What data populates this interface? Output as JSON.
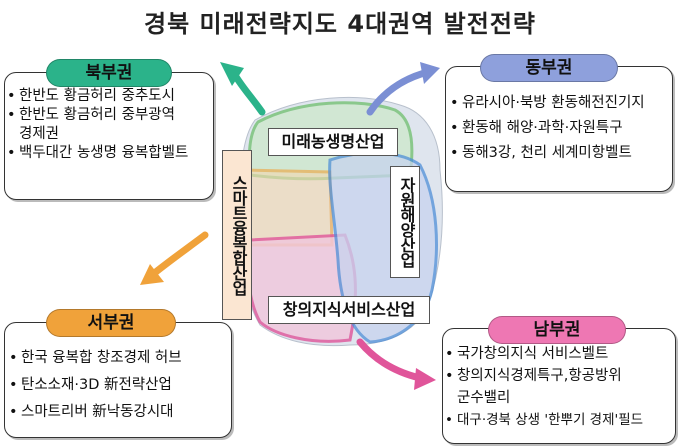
{
  "title": "경북 미래전략지도 4대권역 발전전략",
  "colors": {
    "north": "#2bb38a",
    "east": "#7b8fd4",
    "west": "#f0a23a",
    "south": "#e0559a"
  },
  "regions": {
    "north": {
      "name": "북부권",
      "items": [
        {
          "text": "한반도 황금허리 중추도시",
          "bullet": true
        },
        {
          "text": "한반도 황금허리 중부광역",
          "bullet": true
        },
        {
          "text": "경제권",
          "bullet": false
        },
        {
          "text": "백두대간 농생명 융복합벨트",
          "bullet": true
        }
      ]
    },
    "east": {
      "name": "동부권",
      "items": [
        {
          "text": "유라시아·북방 환동해전진기지",
          "bullet": true
        },
        {
          "text": "환동해 해양·과학·자원특구",
          "bullet": true
        },
        {
          "text": "동해3강, 천리 세계미항벨트",
          "bullet": true
        }
      ]
    },
    "west": {
      "name": "서부권",
      "items": [
        {
          "text": "한국 융복합 창조경제 허브",
          "bullet": true
        },
        {
          "text": "탄소소재·3D 新전략산업",
          "bullet": true
        },
        {
          "text": "스마트리버 新낙동강시대",
          "bullet": true
        }
      ]
    },
    "south": {
      "name": "남부권",
      "items": [
        {
          "text": "국가창의지식 서비스벨트",
          "bullet": true
        },
        {
          "text": "창의지식경제특구,항공방위",
          "bullet": true
        },
        {
          "text": "군수밸리",
          "bullet": false
        },
        {
          "text": "대구·경북 상생 '한뿌기 경제'필드",
          "bullet": true
        }
      ]
    }
  },
  "industries": {
    "agro": "미래농생명산업",
    "smart": "스마트융복합산업",
    "marine": "자원해양산업",
    "service": "창의지식서비스산업"
  }
}
